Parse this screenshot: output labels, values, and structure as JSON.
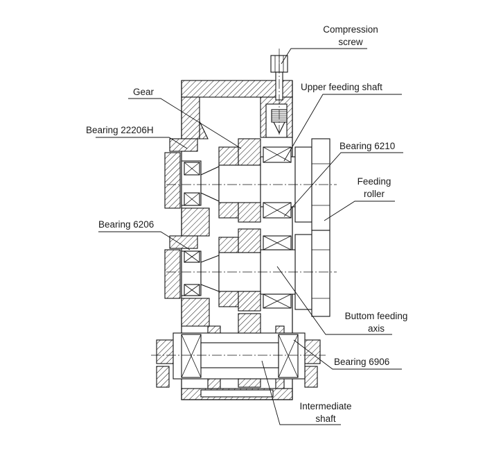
{
  "labels": {
    "compression_screw_1": "Compression",
    "compression_screw_2": "screw",
    "upper_feeding_shaft": "Upper feeding shaft",
    "gear": "Gear",
    "bearing_22206h": "Bearing 22206H",
    "bearing_6210": "Bearing 6210",
    "feeding_roller_1": "Feeding",
    "feeding_roller_2": "roller",
    "bearing_6206": "Bearing 6206",
    "buttom_feeding_axis_1": "Buttom feeding",
    "buttom_feeding_axis_2": "axis",
    "bearing_6906": "Bearing 6906",
    "intermediate_shaft_1": "Intermediate",
    "intermediate_shaft_2": "shaft"
  }
}
